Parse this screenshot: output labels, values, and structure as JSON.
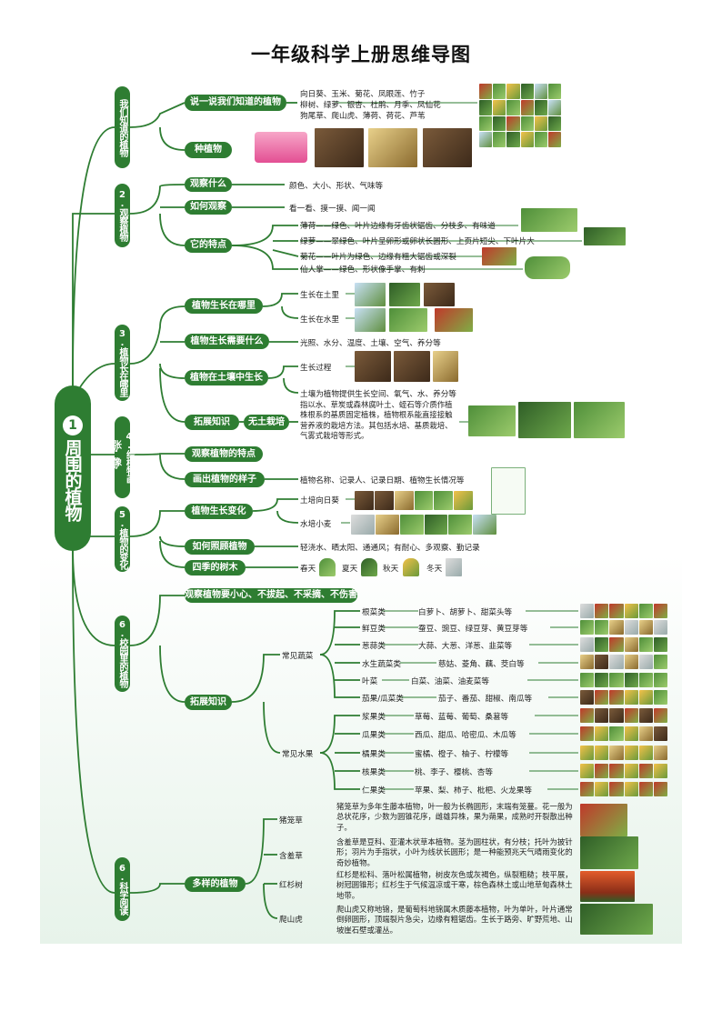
{
  "title": "一年级科学上册思维导图",
  "root": {
    "num": "1",
    "label": "周围的植物"
  },
  "b1": {
    "label": "我们知道的植物",
    "n1": "说一说我们知道的植物",
    "n1_text1": "向日葵、玉米、菊花、凤眼莲、竹子",
    "n1_text2": "柳树、绿萝、银杏、杜鹃、月季、凤仙花",
    "n1_text3": "狗尾草、爬山虎、薄荷、荷花、芦苇",
    "n2": "种植物"
  },
  "b2": {
    "label": "2.观察植物",
    "n1": "观察什么",
    "n1_text": "颜色、大小、形状、气味等",
    "n2": "如何观察",
    "n2_text": "看一看、摸一摸、闻一闻",
    "n3": "它的特点",
    "f1": "薄荷——绿色、叶片边缘有牙齿状锯齿、分枝多、有味道",
    "f2": "绿萝——翠绿色、叶片呈卵形或卵状长圆形、上页片短尖、下叶片大",
    "f3": "菊花——叶片为绿色、边缘有粗大锯齿或深裂",
    "f4": "仙人掌——绿色、形状像手掌、有刺"
  },
  "b3": {
    "label": "3.植物长在哪里",
    "n1": "植物生长在哪里",
    "n1a": "生长在土里",
    "n1b": "生长在水里",
    "n2": "植物生长需要什么",
    "n2_text": "光照、水分、温度、土壤、空气、养分等",
    "n3": "植物在土壤中生长",
    "n3a": "生长过程",
    "n3b": "土壤为植物提供生长空间、氧气、水、养分等",
    "n4": "拓展知识",
    "n4a": "无土栽培",
    "n4_text": "指以水、草炭或森林腐叶土、蛭石等介质作植株根系的基质固定植株，植物根系能直接接触营养液的栽培方法。其包括水培、基质栽培、气雾式栽培等形式。"
  },
  "b4": {
    "label": "4.给植物画张“像”",
    "n1": "观察植物的特点",
    "n2": "画出植物的样子",
    "n2_text": "植物名称、记录人、记录日期、植物生长情况等"
  },
  "b5": {
    "label": "5.植物的变化",
    "n1": "植物生长变化",
    "n1a": "土培向日葵",
    "n1b": "水培小麦",
    "n2": "如何照顾植物",
    "n2_text": "轻浇水、晒太阳、通通风；有耐心、多观察、勤记录",
    "n3": "四季的树木",
    "s1": "春天",
    "s2": "夏天",
    "s3": "秋天",
    "s4": "冬天"
  },
  "b6": {
    "label": "6.校园里的植物",
    "n1": "观察植物要小心、不拔起、不采摘、不伤害",
    "n2": "拓展知识",
    "veg": "常见蔬菜",
    "fruit": "常见水果",
    "veg_items": [
      {
        "cat": "根菜类",
        "items": "白萝卜、胡萝卜、甜菜头等"
      },
      {
        "cat": "鲜豆类",
        "items": "蚕豆、豌豆、绿豆芽、黄豆芽等"
      },
      {
        "cat": "葱蒜类",
        "items": "大蒜、大葱、洋葱、韭菜等"
      },
      {
        "cat": "水生蔬菜类",
        "items": "慈姑、菱角、藕、茭白等"
      },
      {
        "cat": "叶菜",
        "items": "白菜、油菜、油麦菜等"
      },
      {
        "cat": "茄果/瓜菜类",
        "items": "茄子、番茄、甜椒、南瓜等"
      }
    ],
    "fruit_items": [
      {
        "cat": "浆果类",
        "items": "草莓、蓝莓、葡萄、桑葚等"
      },
      {
        "cat": "瓜果类",
        "items": "西瓜、甜瓜、哈密瓜、木瓜等"
      },
      {
        "cat": "橘果类",
        "items": "蜜橘、橙子、柚子、柠檬等"
      },
      {
        "cat": "核果类",
        "items": "桃、李子、樱桃、杏等"
      },
      {
        "cat": "仁果类",
        "items": "苹果、梨、柿子、枇杷、火龙果等"
      }
    ]
  },
  "b7": {
    "label": "6.科学阅读",
    "n1": "多样的植物",
    "p1": "猪笼草",
    "p1_text": "猪笼草为多年生藤本植物，叶一般为长椭圆形，末端有笼蔓。花一般为总状花序，少数为圆锥花序，雌雄异株，果为蒴果，成熟时开裂散出种子。",
    "p2": "含羞草",
    "p2_text": "含羞草是豆科、亚灌木状草本植物。茎为圆柱状，有分枝；托叶为披针形；羽片为手指状，小叶为线状长圆形；是一种能预兆天气晴雨变化的奇妙植物。",
    "p3": "红杉树",
    "p3_text": "红杉是松科、落叶松属植物，树皮灰色或灰褐色，纵裂粗糙；枝平展，树冠圆锥形；红杉生于气候温凉或干寒，棕色森林土或山地草甸森林土地带。",
    "p4": "爬山虎",
    "p4_text": "爬山虎又称地锦，是葡萄科地锦属木质藤本植物，叶为单叶，叶片通常倒卵圆形，顶端裂片急尖，边缘有粗锯齿。生长于路旁、旷野荒地、山坡崖石壁或灌丛。"
  },
  "colors": {
    "accent": "#2e7d32",
    "line": "#2e7d32"
  }
}
